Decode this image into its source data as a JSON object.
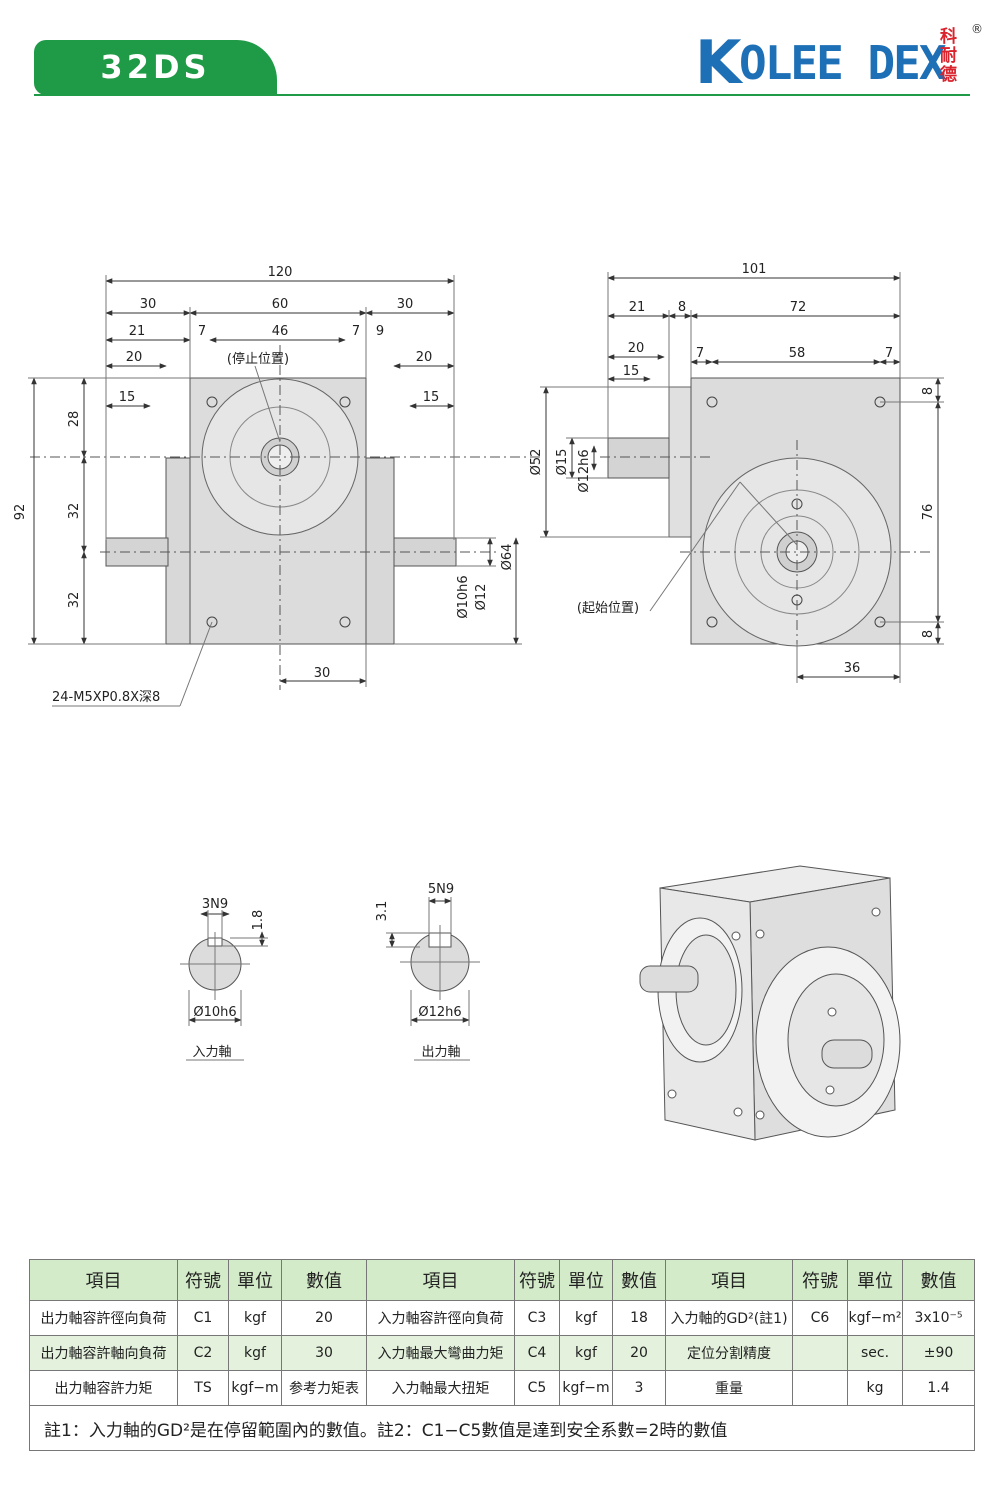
{
  "header": {
    "model": "32DS",
    "logo_text": "OLEE DEX",
    "logo_mark": "K",
    "logo_cn": "科耐德",
    "logo_reg": "®"
  },
  "front_view": {
    "dims_top": [
      "120",
      "30",
      "60",
      "30",
      "21",
      "7",
      "46",
      "7",
      "9",
      "20",
      "20",
      "15",
      "15"
    ],
    "stop_position": "(停止位置)",
    "dims_left": [
      "92",
      "28",
      "32",
      "32"
    ],
    "dims_right": [
      "Ø10h6",
      "Ø12",
      "Ø64"
    ],
    "dim_bottom": "30",
    "hole_callout": "24-M5XP0.8X深8"
  },
  "side_view": {
    "dims_top": [
      "101",
      "21",
      "8",
      "72",
      "20",
      "7",
      "58",
      "7",
      "15"
    ],
    "dims_left": [
      "Ø52",
      "Ø15",
      "Ø12h6"
    ],
    "dims_right": [
      "8",
      "76",
      "8"
    ],
    "start_position": "(起始位置)",
    "dim_bottom": "36"
  },
  "shaft_sections": [
    {
      "key": "3N9",
      "depth": "1.8",
      "dia": "Ø10h6",
      "caption": "入力軸"
    },
    {
      "key": "5N9",
      "depth": "3.1",
      "dia": "Ø12h6",
      "caption": "出力軸"
    }
  ],
  "table": {
    "headers": [
      "項目",
      "符號",
      "單位",
      "數值",
      "項目",
      "符號",
      "單位",
      "數值",
      "項目",
      "符號",
      "單位",
      "數值"
    ],
    "rows": [
      [
        "出力軸容許徑向負荷",
        "C1",
        "kgf",
        "20",
        "入力軸容許徑向負荷",
        "C3",
        "kgf",
        "18",
        "入力軸的GD²(註1)",
        "C6",
        "kgf−m²",
        "3x10⁻⁵"
      ],
      [
        "出力軸容許軸向負荷",
        "C2",
        "kgf",
        "30",
        "入力軸最大彎曲力矩",
        "C4",
        "kgf",
        "20",
        "定位分割精度",
        "",
        "sec.",
        "±90"
      ],
      [
        "出力軸容許力矩",
        "TS",
        "kgf−m",
        "参考力矩表",
        "入力軸最大扭矩",
        "C5",
        "kgf−m",
        "3",
        "重量",
        "",
        "kg",
        "1.4"
      ]
    ],
    "note": "註1：入力軸的GD²是在停留範圍內的數值。註2：C1−C5數值是達到安全系數=2時的數值"
  },
  "colors": {
    "accent": "#1f9a47",
    "brand_blue": "#1d6fb6",
    "brand_red": "#d9232d",
    "body_gray": "#d8d8d8",
    "header_green": "#d3ebc9"
  }
}
